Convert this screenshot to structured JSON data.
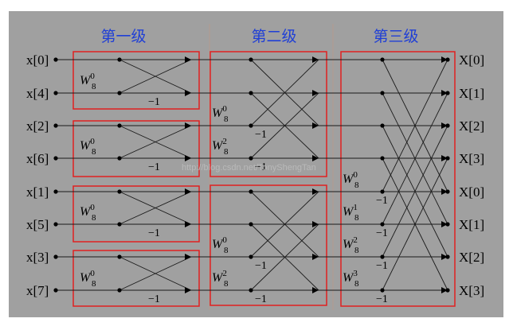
{
  "stage_titles": [
    "第一级",
    "第二级",
    "第三级"
  ],
  "inputs": [
    "x[0]",
    "x[4]",
    "x[2]",
    "x[6]",
    "x[1]",
    "x[5]",
    "x[3]",
    "x[7]"
  ],
  "outputs": [
    "X[0]",
    "X[1]",
    "X[2]",
    "X[3]",
    "X[0]",
    "X[1]",
    "X[2]",
    "X[3]"
  ],
  "twiddle_base": "W",
  "twiddle_sub": "8",
  "stage1_twiddles": [
    "0",
    "0",
    "0",
    "0"
  ],
  "stage2_twiddles": [
    "0",
    "2",
    "0",
    "2"
  ],
  "stage3_twiddles": [
    "0",
    "1",
    "2",
    "3"
  ],
  "neg_one": "−1",
  "watermark": "http://blog.csdn.net/TonyShengTan",
  "colors": {
    "background": "#a0a0a0",
    "box": "#e02020",
    "title": "#1f3fd6",
    "line": "#1a1a1a"
  }
}
